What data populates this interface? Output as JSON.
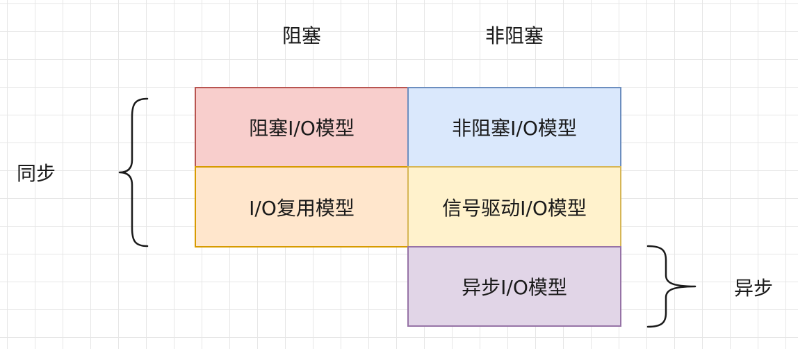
{
  "columns": {
    "blocking": "阻塞",
    "non_blocking": "非阻塞"
  },
  "groups": {
    "sync": "同步",
    "async": "异步"
  },
  "models": {
    "blocking_io": {
      "label": "阻塞I/O模型",
      "fill": "#f8cecc",
      "stroke": "#b85450"
    },
    "non_blocking_io": {
      "label": "非阻塞I/O模型",
      "fill": "#dae8fc",
      "stroke": "#6c8ebf"
    },
    "io_multiplexing": {
      "label": "I/O复用模型",
      "fill": "#ffe6cc",
      "stroke": "#d79b00"
    },
    "signal_driven_io": {
      "label": "信号驱动I/O模型",
      "fill": "#fff2cc",
      "stroke": "#d6b656"
    },
    "async_io": {
      "label": "异步I/O模型",
      "fill": "#e1d5e7",
      "stroke": "#9673a6"
    }
  }
}
